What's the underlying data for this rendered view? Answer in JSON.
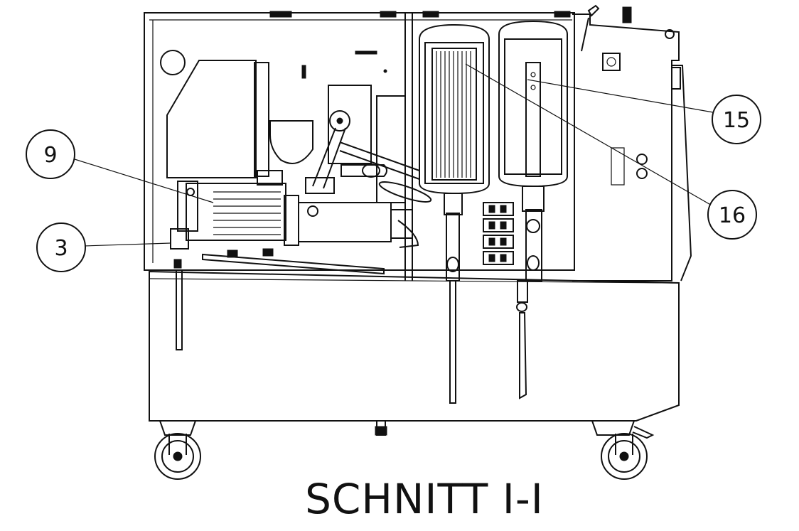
{
  "title": "SCHNITT I-I",
  "callouts": [
    {
      "id": "c9",
      "label": "9"
    },
    {
      "id": "c3",
      "label": "3"
    },
    {
      "id": "c15",
      "label": "15"
    },
    {
      "id": "c16",
      "label": "16"
    }
  ],
  "colors": {
    "line": "#111111",
    "background": "#ffffff"
  }
}
